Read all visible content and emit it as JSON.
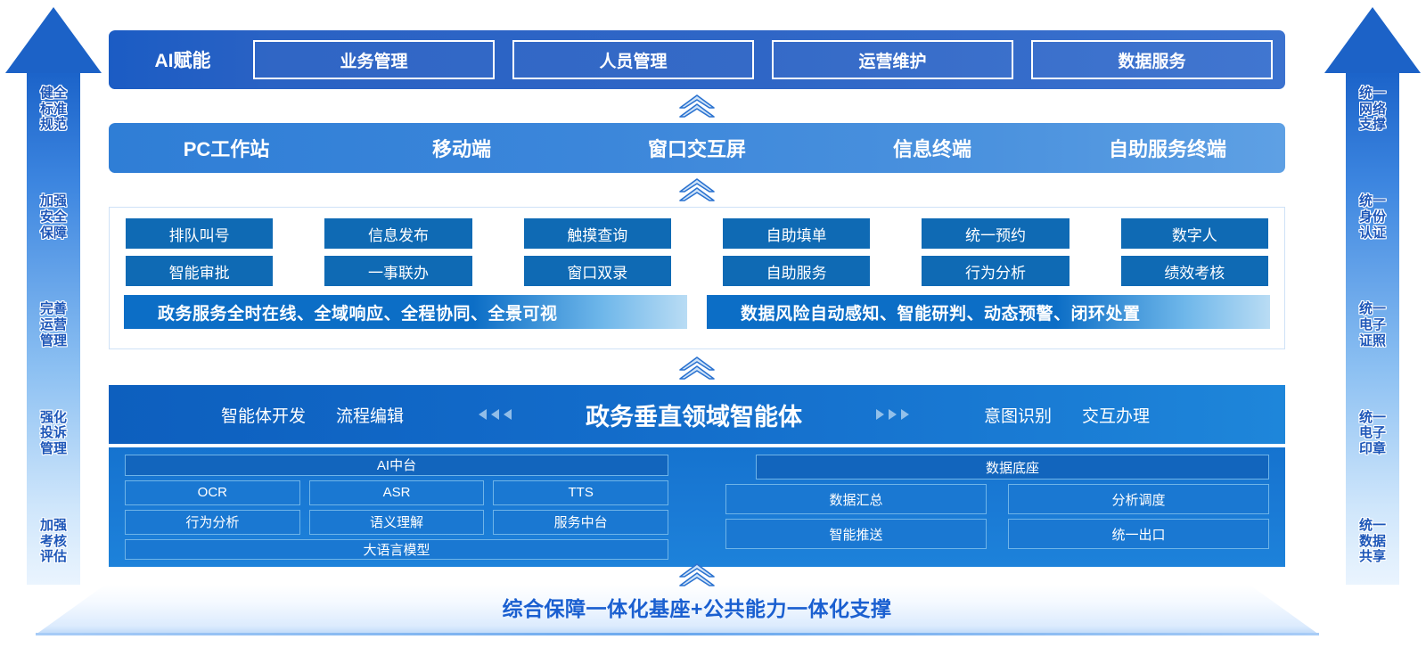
{
  "diagram": {
    "title_footer": "综合保障一体化基座+公共能力一体化支撑",
    "colors": {
      "brand_blue": "#1b5cc4",
      "band_blue": "#0f6ab4",
      "light_blue": "#b9dcf4",
      "label_blue": "#1d56b8"
    }
  },
  "left_pillar": {
    "name": "标准保障支柱",
    "labels": [
      {
        "lines": [
          "健全",
          "标准",
          "规范"
        ]
      },
      {
        "lines": [
          "加强",
          "安全",
          "保障"
        ]
      },
      {
        "lines": [
          "完善",
          "运营",
          "管理"
        ]
      },
      {
        "lines": [
          "强化",
          "投诉",
          "管理"
        ]
      },
      {
        "lines": [
          "加强",
          "考核",
          "评估"
        ]
      }
    ]
  },
  "right_pillar": {
    "name": "统一能力支柱",
    "labels": [
      {
        "lines": [
          "统一",
          "网络",
          "支撑"
        ]
      },
      {
        "lines": [
          "统一",
          "身份",
          "认证"
        ]
      },
      {
        "lines": [
          "统一",
          "电子",
          "证照"
        ]
      },
      {
        "lines": [
          "统一",
          "电子",
          "印章"
        ]
      },
      {
        "lines": [
          "统一",
          "数据",
          "共享"
        ]
      }
    ]
  },
  "ai_row": {
    "title": "AI赋能",
    "items": [
      "业务管理",
      "人员管理",
      "运营维护",
      "数据服务"
    ]
  },
  "terminal_row": {
    "items": [
      "PC工作站",
      "移动端",
      "窗口交互屏",
      "信息终端",
      "自助服务终端"
    ]
  },
  "service_panel": {
    "chips_row1": [
      "排队叫号",
      "信息发布",
      "触摸查询",
      "自助填单",
      "统一预约",
      "数字人"
    ],
    "chips_row2": [
      "智能审批",
      "一事联办",
      "窗口双录",
      "自助服务",
      "行为分析",
      "绩效考核"
    ],
    "banners": [
      "政务服务全时在线、全域响应、全程协同、全景可视",
      "数据风险自动感知、智能研判、动态预警、闭环处置"
    ]
  },
  "agent_row": {
    "left_items": [
      "智能体开发",
      "流程编辑"
    ],
    "center": "政务垂直领域智能体",
    "right_items": [
      "意图识别",
      "交互办理"
    ],
    "left_arrow_count": 3,
    "right_arrow_count": 3
  },
  "platform_row": {
    "ai_platform": {
      "head": "AI中台",
      "row1": [
        "OCR",
        "ASR",
        "TTS"
      ],
      "row2": [
        "行为分析",
        "语义理解",
        "服务中台"
      ],
      "wide": "大语言模型"
    },
    "data_platform": {
      "head": "数据底座",
      "row1": [
        "数据汇总",
        "分析调度"
      ],
      "row2": [
        "智能推送",
        "统一出口"
      ]
    }
  },
  "connectors": {
    "icon": "double-chevron-up-icon",
    "count": 4
  }
}
